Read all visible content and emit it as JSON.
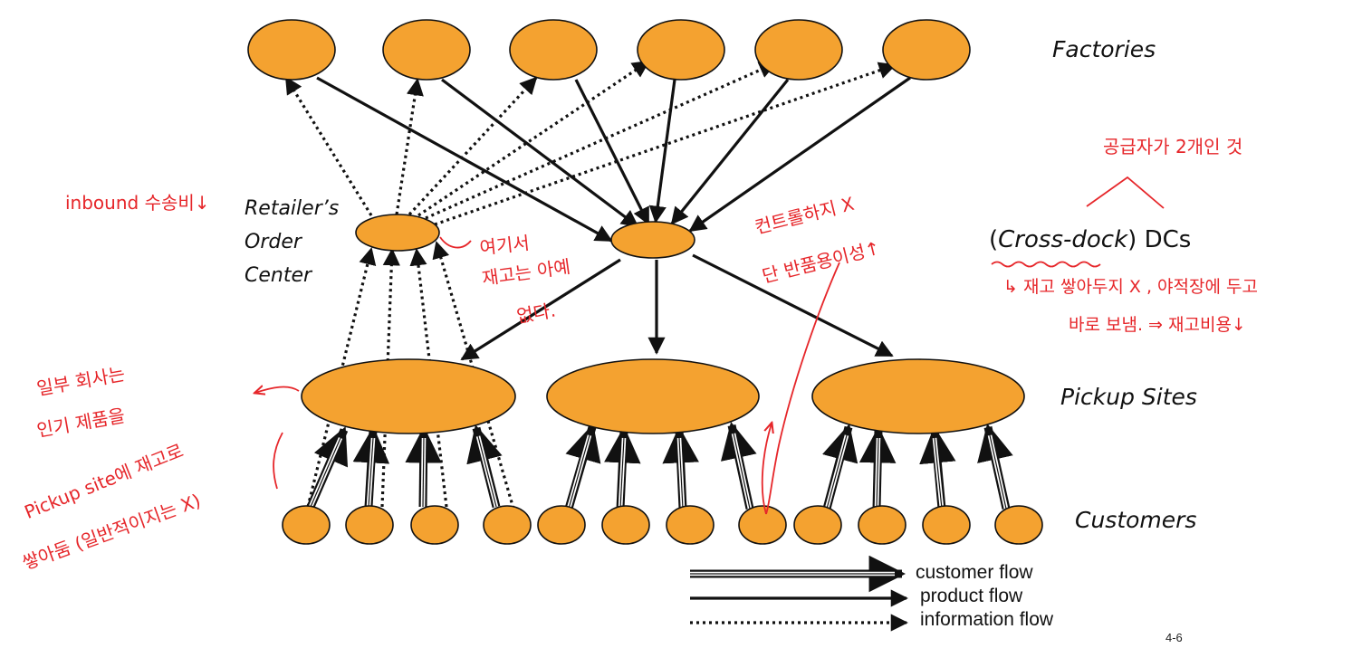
{
  "tiers": {
    "factories": "Factories",
    "dcs_prefix": "(",
    "dcs_italic": "Cross-dock",
    "dcs_suffix": ") DCs",
    "pickup_sites": "Pickup Sites",
    "customers": "Customers",
    "retailer_line1": "Retailer’s",
    "retailer_line2": "Order",
    "retailer_line3": "Center"
  },
  "legend": {
    "customer_flow": "customer flow",
    "product_flow": "product flow",
    "information_flow": "information flow"
  },
  "page_number": "4-6",
  "colors": {
    "node_fill": "#F4A230",
    "node_stroke": "#111111",
    "annotation": "#E6262A"
  },
  "annotations": {
    "inbound": "inbound 수송비↓",
    "here_1": "여기서",
    "here_2": "재고는 아예",
    "here_3": "없다.",
    "control_1": "컨트롤하지 X",
    "control_2": "단 반품용이성↑",
    "cross_top": "공급자가 2개인 것",
    "cross_1": "↳ 재고 쌓아두지 X , 야적장에 두고",
    "cross_2": "바로 보냄. ⇒ 재고비용↓",
    "left_1": "일부 회사는",
    "left_2": "인기 제품을",
    "left_3": "Pickup site에 재고로",
    "left_4": "쌓아둠 (일반적이지는 X)"
  }
}
